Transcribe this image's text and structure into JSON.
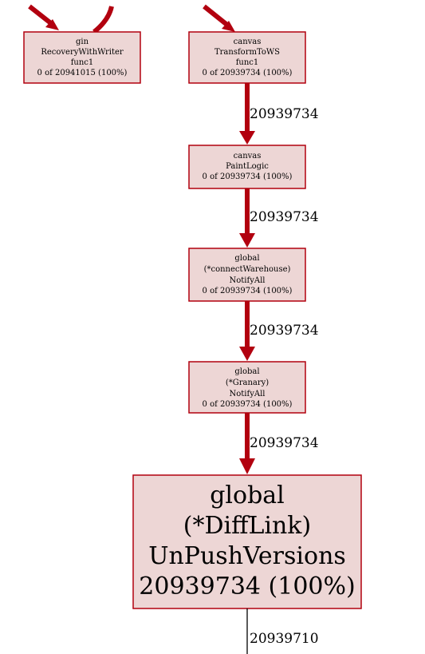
{
  "nodes": {
    "gin_recovery": {
      "lines": [
        "gin",
        "RecoveryWithWriter",
        "func1",
        "0 of 20941015 (100%)"
      ]
    },
    "canvas_transform": {
      "lines": [
        "canvas",
        "TransformToWS",
        "func1",
        "0 of 20939734 (100%)"
      ]
    },
    "canvas_paint": {
      "lines": [
        "canvas",
        "PaintLogic",
        "0 of 20939734 (100%)"
      ]
    },
    "global_connect": {
      "lines": [
        "global",
        "(*connectWarehouse)",
        "NotifyAll",
        "0 of 20939734 (100%)"
      ]
    },
    "global_granary": {
      "lines": [
        "global",
        "(*Granary)",
        "NotifyAll",
        "0 of 20939734 (100%)"
      ]
    },
    "global_difflink": {
      "lines": [
        "global",
        "(*DiffLink)",
        "UnPushVersions",
        "20939734 (100%)"
      ]
    }
  },
  "edges": {
    "transform_to_paint": "20939734",
    "paint_to_connect": "20939734",
    "connect_to_granary": "20939734",
    "granary_to_difflink": "20939734",
    "difflink_out": "20939710"
  },
  "colors": {
    "node_fill": "#edd6d5",
    "node_border": "#b2000f",
    "edge_hot": "#b2000f",
    "edge_cold": "#000000"
  }
}
